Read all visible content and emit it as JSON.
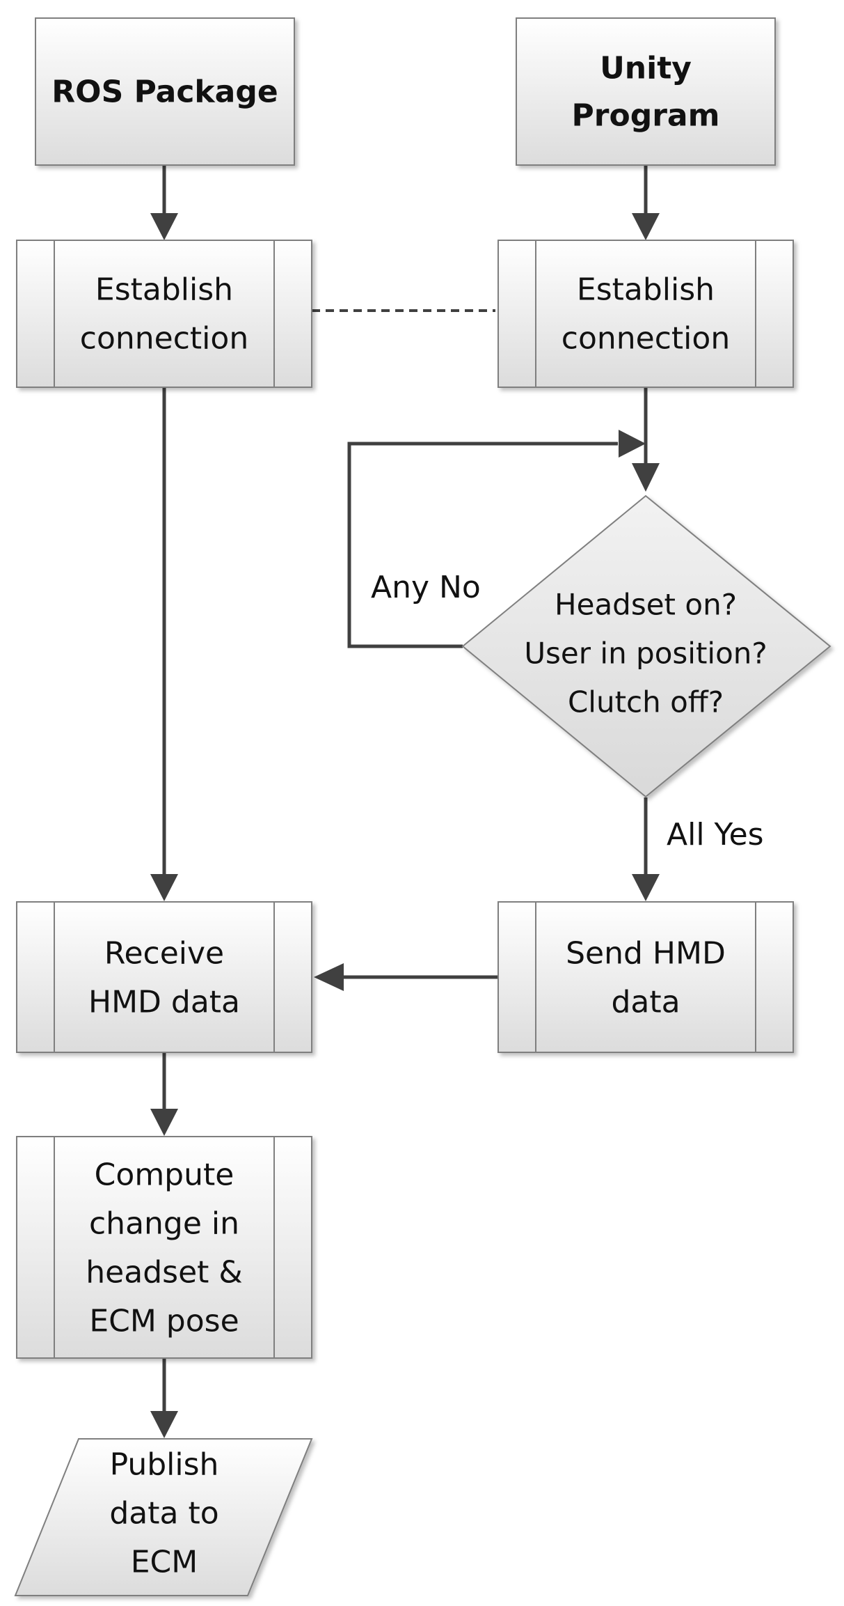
{
  "diagram": {
    "nodes": {
      "ros_package": {
        "lines": [
          "ROS Package"
        ]
      },
      "unity_program": {
        "lines": [
          "Unity",
          "Program"
        ]
      },
      "ros_establish": {
        "lines": [
          "Establish",
          "connection"
        ]
      },
      "unity_establish": {
        "lines": [
          "Establish",
          "connection"
        ]
      },
      "decision": {
        "lines": [
          "Headset on?",
          "User in position?",
          "Clutch off?"
        ]
      },
      "receive_hmd": {
        "lines": [
          "Receive",
          "HMD data"
        ]
      },
      "send_hmd": {
        "lines": [
          "Send HMD",
          "data"
        ]
      },
      "compute_change": {
        "lines": [
          "Compute",
          "change in",
          "headset &",
          "ECM pose"
        ]
      },
      "publish": {
        "lines": [
          "Publish",
          "data to",
          "ECM"
        ]
      }
    },
    "edge_labels": {
      "any_no": "Any No",
      "all_yes": "All Yes"
    },
    "colors": {
      "box_fill_top": "#ffffff",
      "box_fill_bottom": "#dcdcdc",
      "border": "#7f7f7f",
      "arrow": "#404040",
      "text": "#111111"
    }
  }
}
